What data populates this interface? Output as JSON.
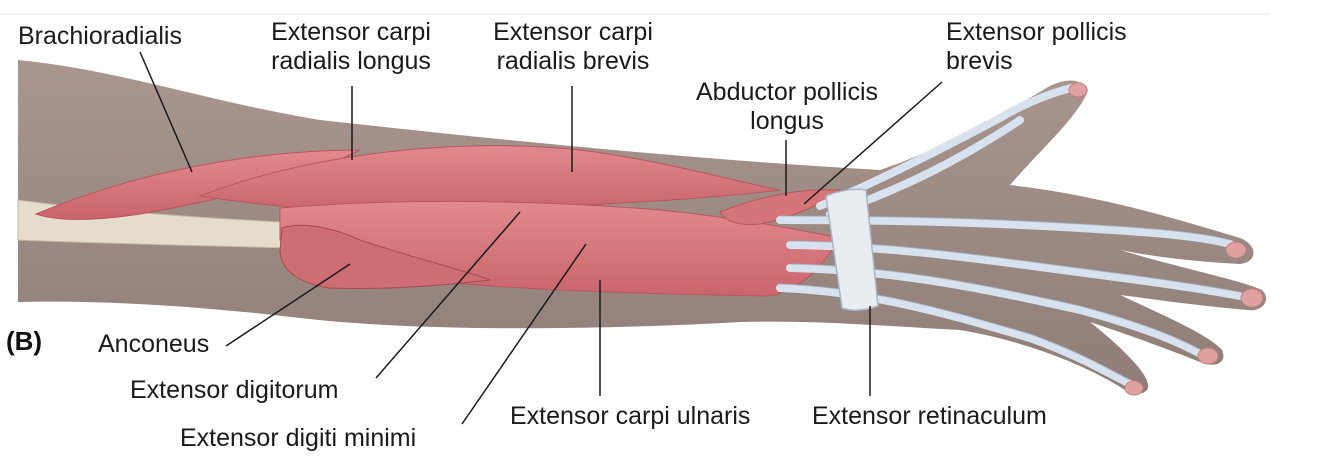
{
  "panel_label": "(B)",
  "labels": {
    "brachioradialis": "Brachioradialis",
    "ecrl_line1": "Extensor carpi",
    "ecrl_line2": "radialis longus",
    "ecrb_line1": "Extensor carpi",
    "ecrb_line2": "radialis brevis",
    "apl_line1": "Abductor pollicis",
    "apl_line2": "longus",
    "epb_line1": "Extensor pollicis",
    "epb_line2": "brevis",
    "anconeus": "Anconeus",
    "extensor_digitorum": "Extensor digitorum",
    "extensor_digiti_minimi": "Extensor digiti minimi",
    "extensor_carpi_ulnaris": "Extensor carpi ulnaris",
    "extensor_retinaculum": "Extensor retinaculum"
  },
  "colors": {
    "skin": "#9c8a84",
    "skin_light": "#b8a69f",
    "muscle": "#d9777c",
    "muscle_dark": "#b9565d",
    "tendon": "#d8e2ee",
    "tendon_edge": "#9fb0c4",
    "bone": "#e6dccb",
    "leader": "#1a1a1a"
  }
}
